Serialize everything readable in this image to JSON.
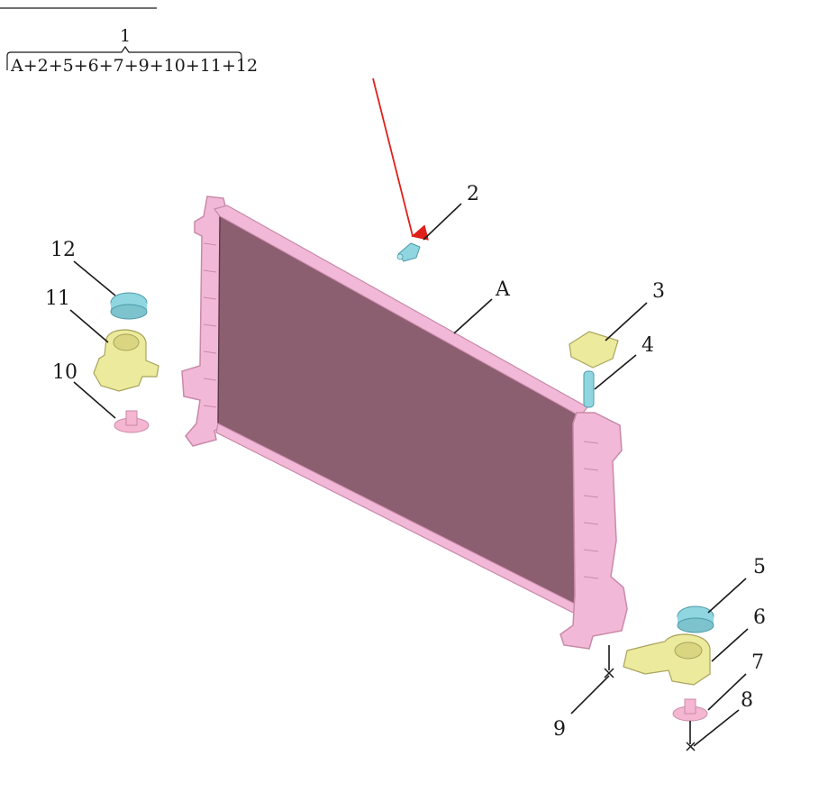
{
  "assembly": {
    "number": "1",
    "formula": "A+2+5+6+7+9+10+11+12"
  },
  "callouts": {
    "A": "A",
    "c2": "2",
    "c3": "3",
    "c4": "4",
    "c5": "5",
    "c6": "6",
    "c7": "7",
    "c8": "8",
    "c9": "9",
    "c10": "10",
    "c11": "11",
    "c12": "12"
  },
  "colors": {
    "radiator_core": "#8c5f70",
    "radiator_frame": "#f2b8d8",
    "bracket": "#ecea9c",
    "blue_part": "#8fd6e0",
    "pink_part": "#f5b6d2",
    "arrow": "#e0201a"
  }
}
